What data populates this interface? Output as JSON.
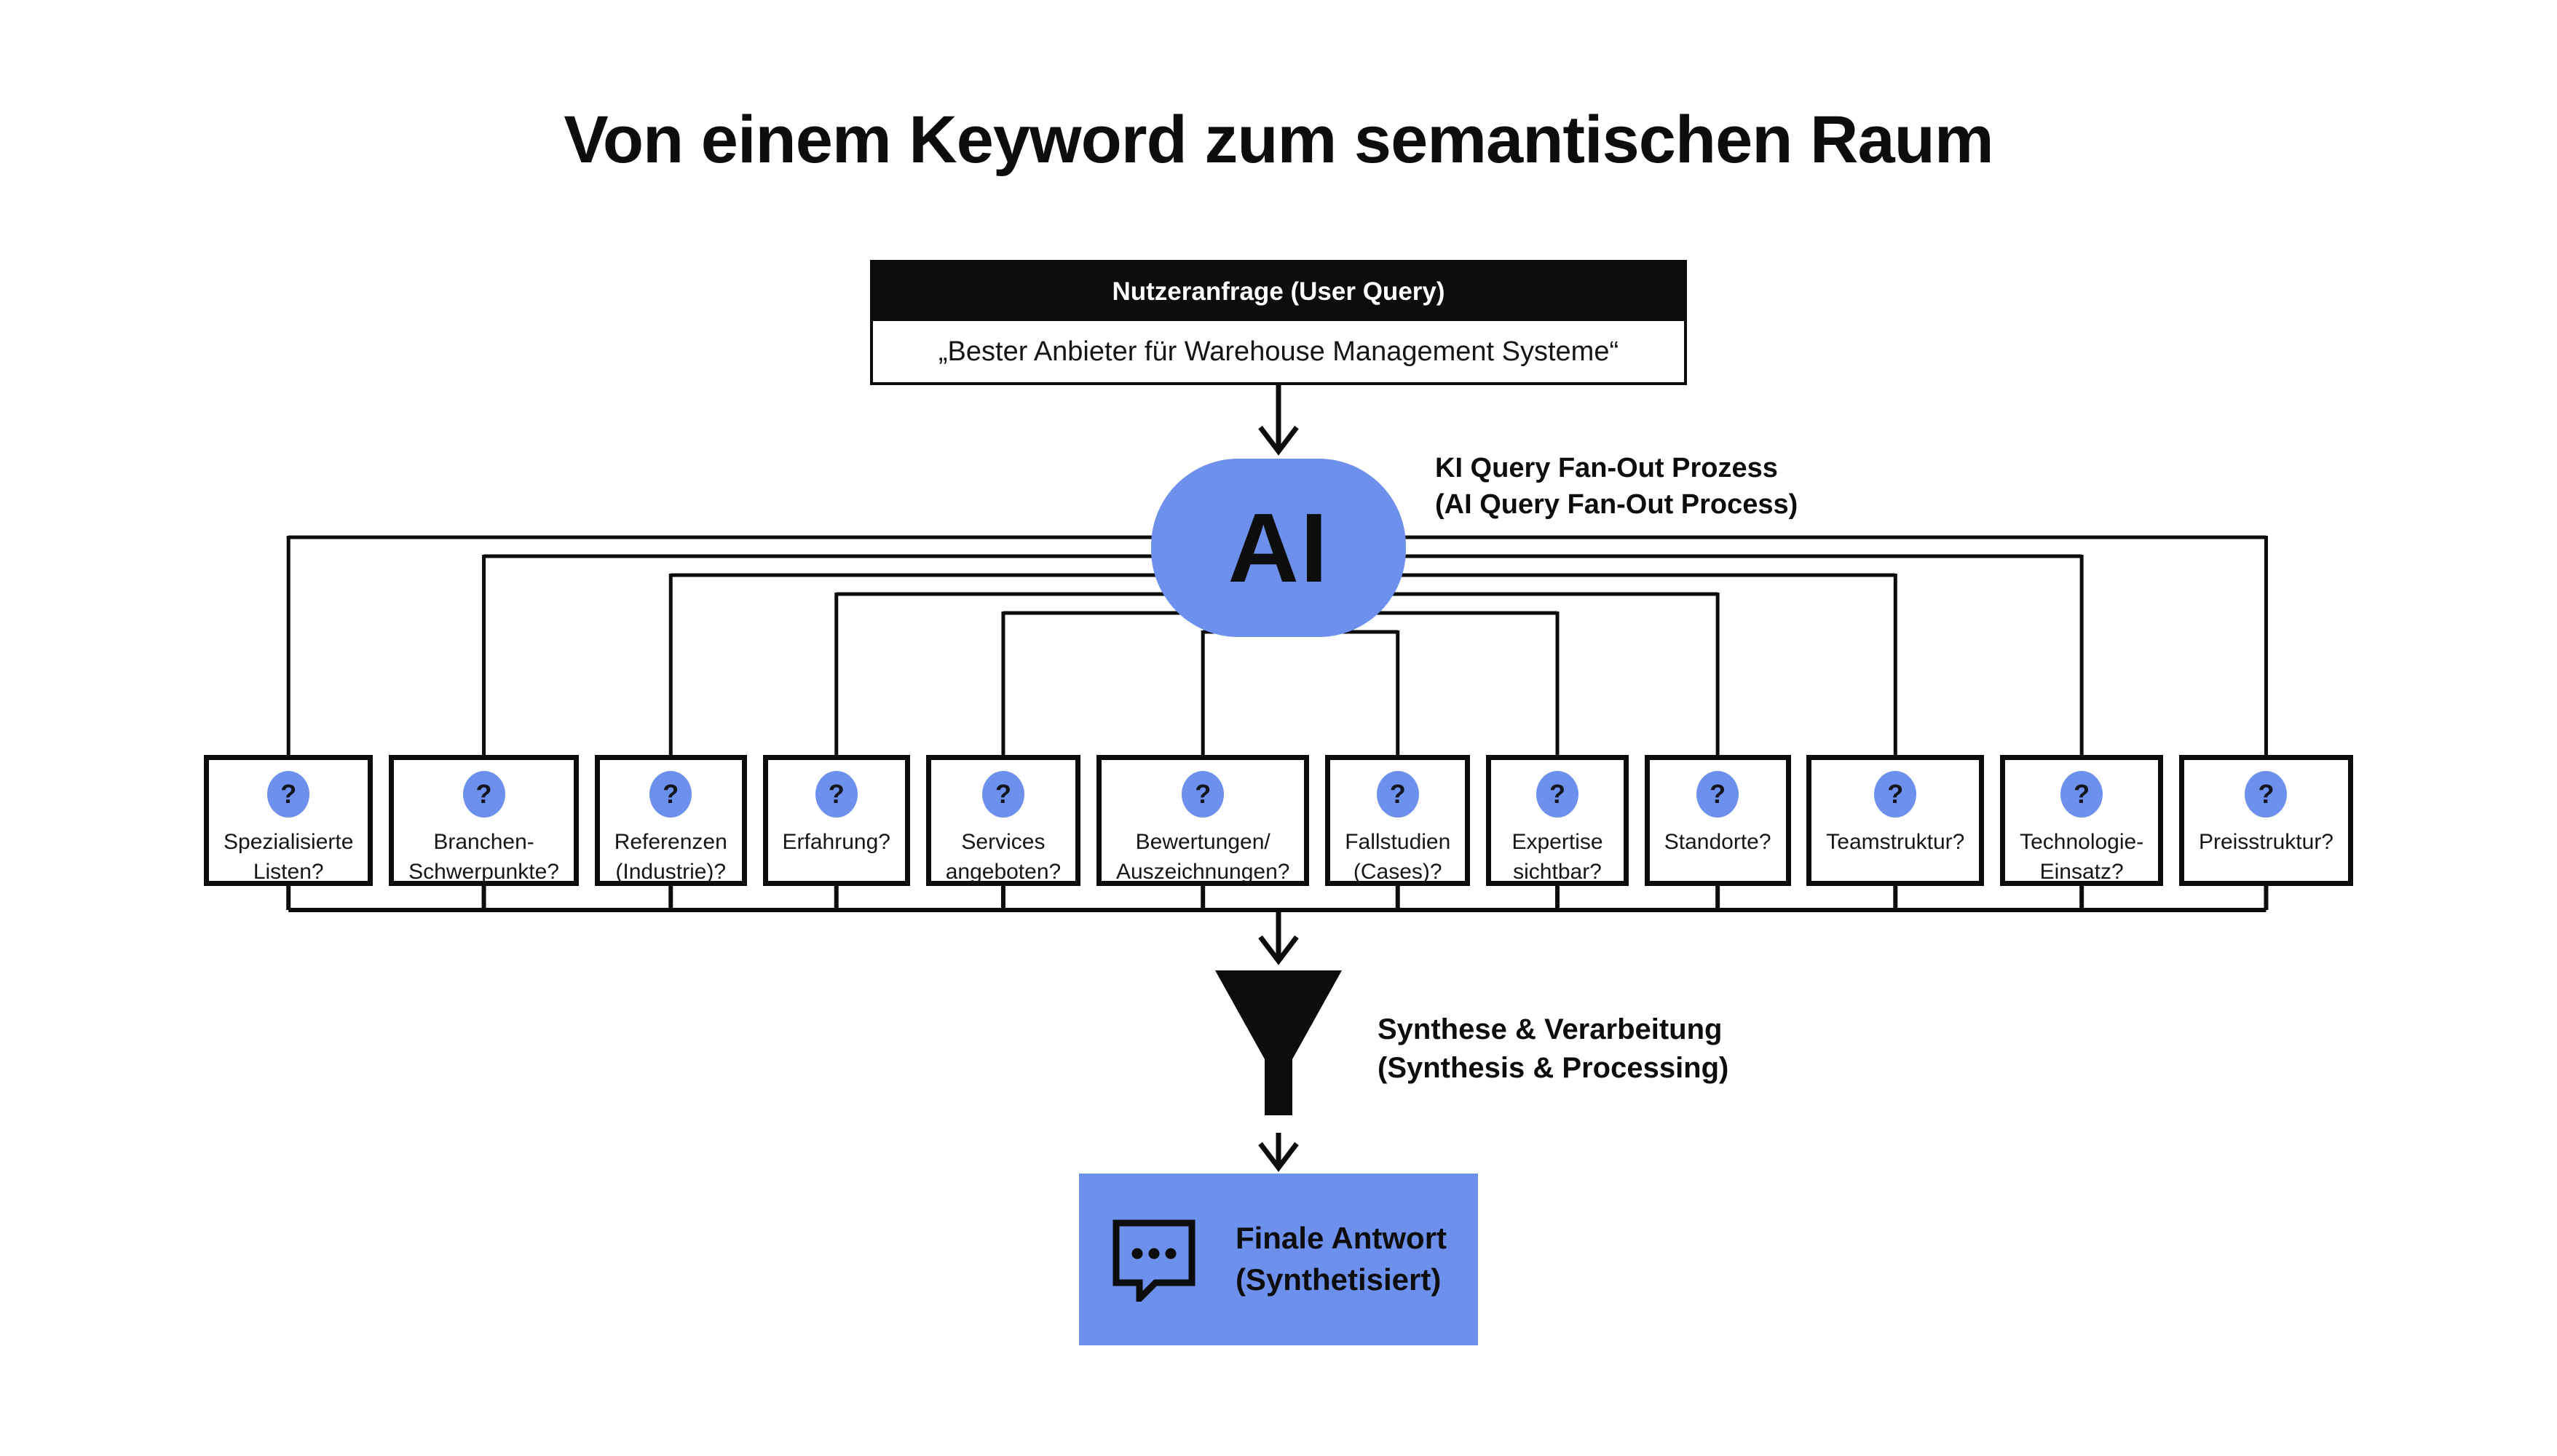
{
  "title": "Von einem Keyword zum semantischen Raum",
  "user_query": {
    "header": "Nutzeranfrage (User Query)",
    "query": "„Bester Anbieter für Warehouse Management Systeme“"
  },
  "ai_node": {
    "label": "AI",
    "process_label": "KI Query Fan-Out Prozess\n(AI Query Fan-Out Process)"
  },
  "fan_out_questions": [
    {
      "badge": "?",
      "label": "Spezialisierte\nListen?"
    },
    {
      "badge": "?",
      "label": "Branchen-\nSchwerpunkte?"
    },
    {
      "badge": "?",
      "label": "Referenzen\n(Industrie)?"
    },
    {
      "badge": "?",
      "label": "Erfahrung?"
    },
    {
      "badge": "?",
      "label": "Services\nangeboten?"
    },
    {
      "badge": "?",
      "label": "Bewertungen/\nAuszeichnungen?"
    },
    {
      "badge": "?",
      "label": "Fallstudien\n(Cases)?"
    },
    {
      "badge": "?",
      "label": "Expertise\nsichtbar?"
    },
    {
      "badge": "?",
      "label": "Standorte?"
    },
    {
      "badge": "?",
      "label": "Teamstruktur?"
    },
    {
      "badge": "?",
      "label": "Technologie-\nEinsatz?"
    },
    {
      "badge": "?",
      "label": "Preisstruktur?"
    }
  ],
  "synthesis": {
    "icon": "funnel-icon",
    "label": "Synthese & Verarbeitung\n(Synthesis & Processing)"
  },
  "final_answer": {
    "icon": "speech-bubble-ellipsis-icon",
    "label": "Finale Antwort\n(Synthetisiert)"
  },
  "colors": {
    "accent_blue": "#6C90EC",
    "ink": "#0d0d0d",
    "background": "#ffffff"
  }
}
